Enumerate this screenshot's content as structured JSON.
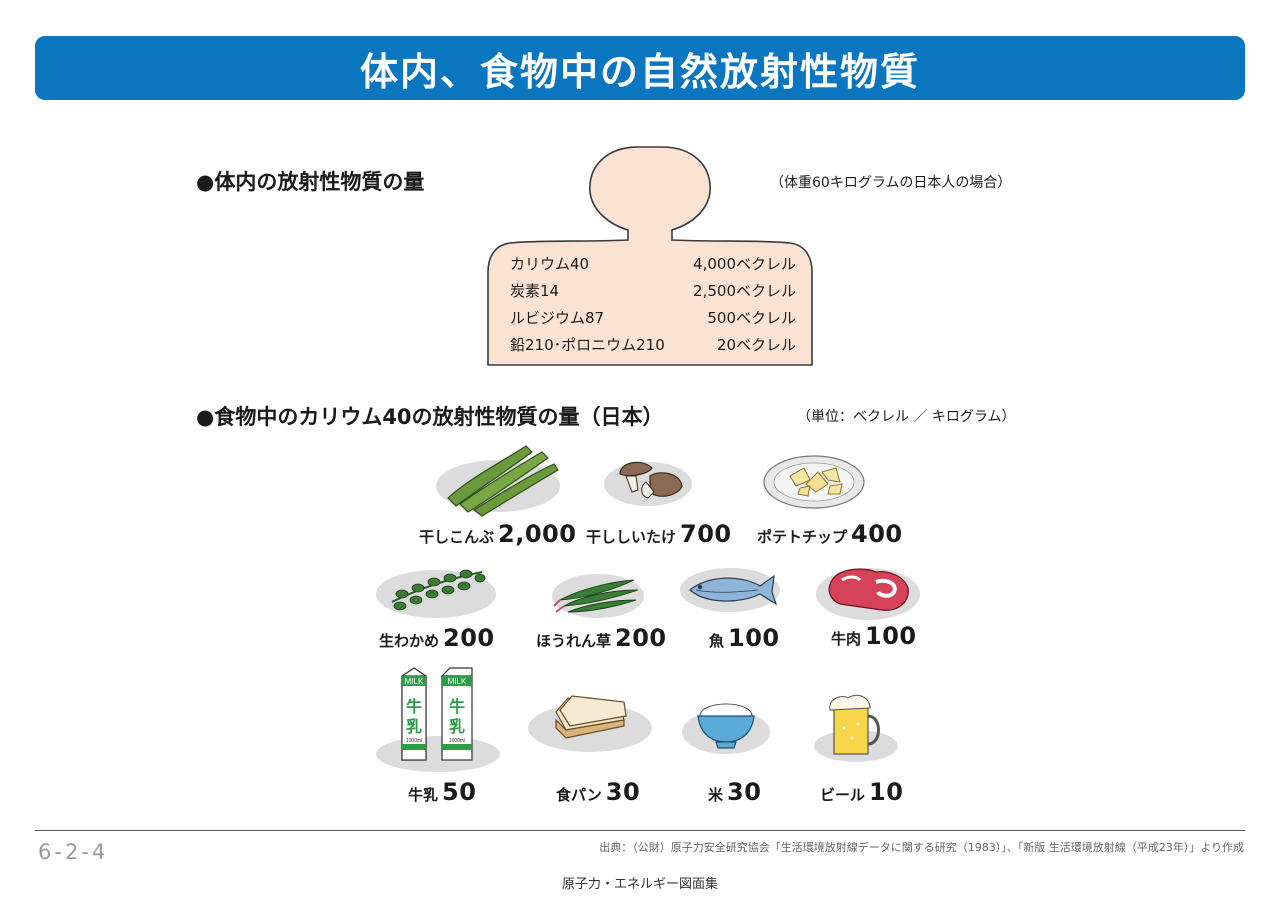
{
  "title": "体内、食物中の自然放射性物質",
  "body_section": {
    "heading": "●体内の放射性物質の量",
    "note": "（体重60キログラムの日本人の場合）",
    "rows": [
      {
        "name": "カリウム40",
        "value": "4,000ベクレル"
      },
      {
        "name": "炭素14",
        "value": "2,500ベクレル"
      },
      {
        "name": "ルビジウム87",
        "value": "500ベクレル"
      },
      {
        "name": "鉛210･ポロニウム210",
        "value": "20ベクレル"
      }
    ]
  },
  "food_section": {
    "heading": "●食物中のカリウム40の放射性物質の量（日本）",
    "unit_note": "（単位：ベクレル ／ キログラム）",
    "items": [
      {
        "name": "干しこんぶ",
        "value": "2,000"
      },
      {
        "name": "干ししいたけ",
        "value": "700"
      },
      {
        "name": "ポテトチップ",
        "value": "400"
      },
      {
        "name": "生わかめ",
        "value": "200"
      },
      {
        "name": "ほうれん草",
        "value": "200"
      },
      {
        "name": "魚",
        "value": "100"
      },
      {
        "name": "牛肉",
        "value": "100"
      },
      {
        "name": "牛乳",
        "value": "50"
      },
      {
        "name": "食パン",
        "value": "30"
      },
      {
        "name": "米",
        "value": "30"
      },
      {
        "name": "ビール",
        "value": "10"
      }
    ],
    "milk_label_top": "MILK",
    "milk_label_kanji_1": "牛",
    "milk_label_kanji_2": "乳",
    "milk_volume": "1000ml"
  },
  "footer": {
    "page_number": "6-2-4",
    "source": "出典：（公財）原子力安全研究協会「生活環境放射線データに関する研究（1983）」、「新版 生活環境放射線（平成23年）」より作成",
    "book": "原子力・エネルギー図面集"
  },
  "colors": {
    "title_bar": "#0a76bf",
    "body_silhouette": "#fbe3d3",
    "plate": "#dcdcdc",
    "milk_green": "#2e9d48"
  }
}
